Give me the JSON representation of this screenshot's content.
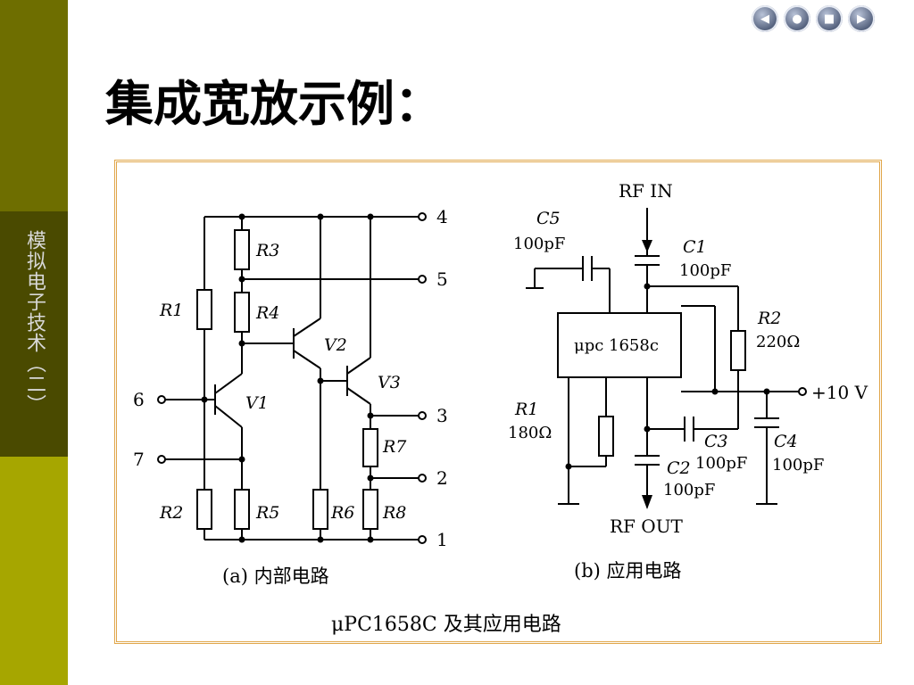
{
  "slide": {
    "title": "集成宽放示例：",
    "sidebar_label": "模拟电子技术（二）"
  },
  "nav": [
    {
      "name": "prev-slide-icon",
      "glyph": "◀"
    },
    {
      "name": "home-icon",
      "glyph": "●"
    },
    {
      "name": "stop-icon",
      "glyph": "■"
    },
    {
      "name": "next-slide-icon",
      "glyph": "▶"
    }
  ],
  "figure": {
    "caption": "μPC1658C 及其应用电路",
    "internal": {
      "caption": "(a) 内部电路",
      "terminals": [
        "4",
        "5",
        "6",
        "3",
        "7",
        "2",
        "1"
      ],
      "resistors": [
        "R1",
        "R2",
        "R3",
        "R4",
        "R5",
        "R6",
        "R7",
        "R8"
      ],
      "transistors": [
        "V1",
        "V2",
        "V3"
      ]
    },
    "application": {
      "caption": "(b) 应用电路",
      "rf_in": "RF IN",
      "rf_out": "RF OUT",
      "chip": "μpc 1658c",
      "supply": "+10 V",
      "c5": {
        "name": "C5",
        "value": "100pF"
      },
      "c1": {
        "name": "C1",
        "value": "100pF"
      },
      "r2": {
        "name": "R2",
        "value": "220Ω"
      },
      "r1": {
        "name": "R1",
        "value": "180Ω"
      },
      "c3": {
        "name": "C3",
        "value": "100pF"
      },
      "c4": {
        "name": "C4",
        "value": "100pF"
      },
      "c2": {
        "name": "C2",
        "value": "100pF"
      }
    }
  }
}
